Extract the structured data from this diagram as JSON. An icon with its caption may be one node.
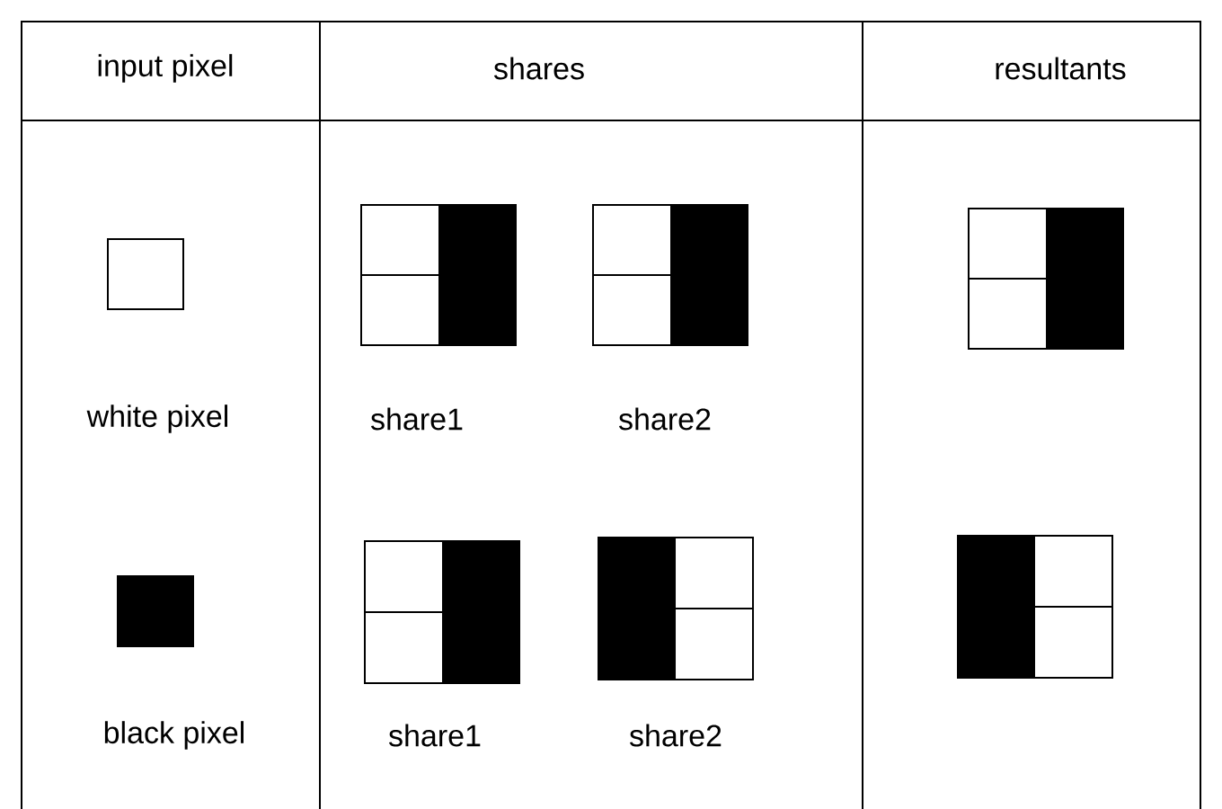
{
  "diagram": {
    "labels": [
      "input pixel",
      "shares",
      "resultants",
      "white pixel",
      "share1",
      "share2",
      "black pixel",
      "share1",
      "share2"
    ]
  }
}
